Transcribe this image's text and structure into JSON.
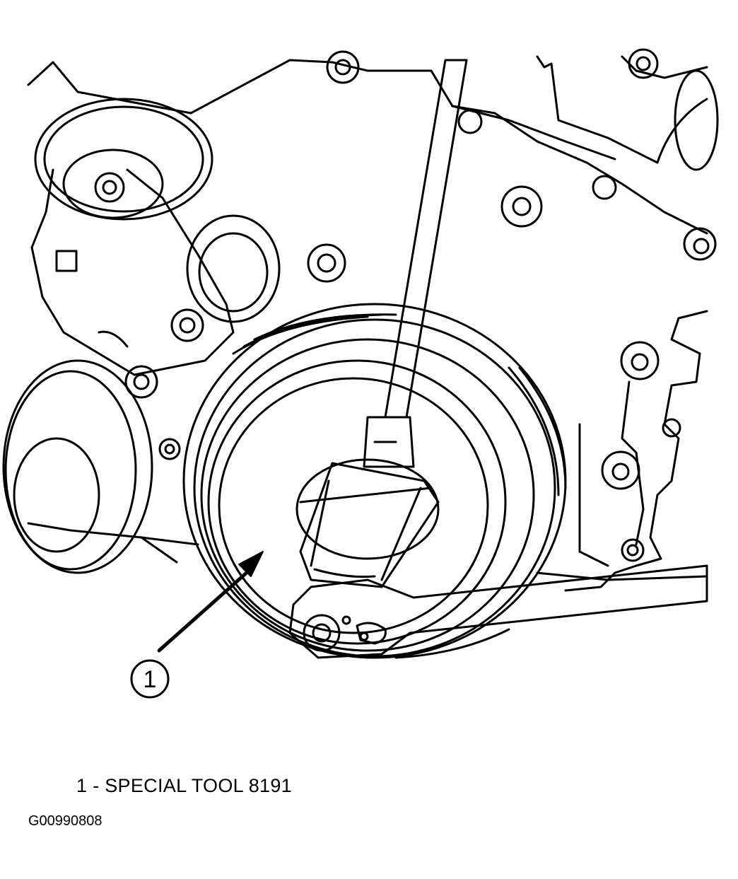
{
  "callout": {
    "number": "1"
  },
  "legend": {
    "number": "1",
    "separator": "-",
    "text": "SPECIAL TOOL 8191"
  },
  "figure": {
    "id": "G00990808"
  }
}
